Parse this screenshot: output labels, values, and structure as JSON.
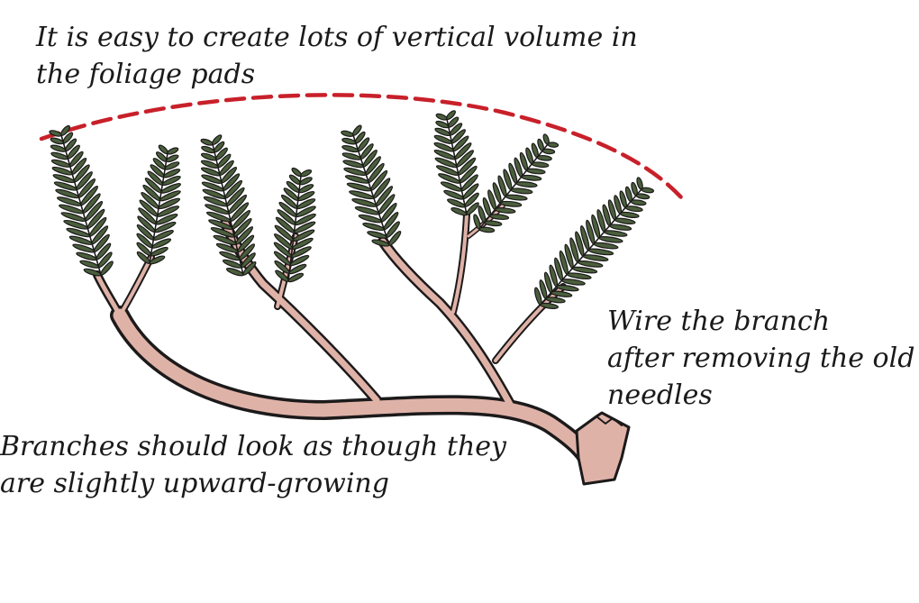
{
  "captions": {
    "volume": {
      "line1": "It is easy to create lots of vertical volume in",
      "line2": "the foliage pads"
    },
    "wire": {
      "line1": "Wire the branch",
      "line2": "after removing the old",
      "line3": "needles"
    },
    "upward": {
      "line1": "Branches should look as though they",
      "line2": "are slightly upward-growing"
    }
  },
  "colors": {
    "wood": "#dfb2a8",
    "outline": "#1c1a1a",
    "needle": "#4a5e3c",
    "dashed_guide": "#c8202a",
    "background": "#ffffff"
  },
  "icons": {
    "foliage": "conifer-needle-pad",
    "guide": "dashed-canopy-arc"
  }
}
